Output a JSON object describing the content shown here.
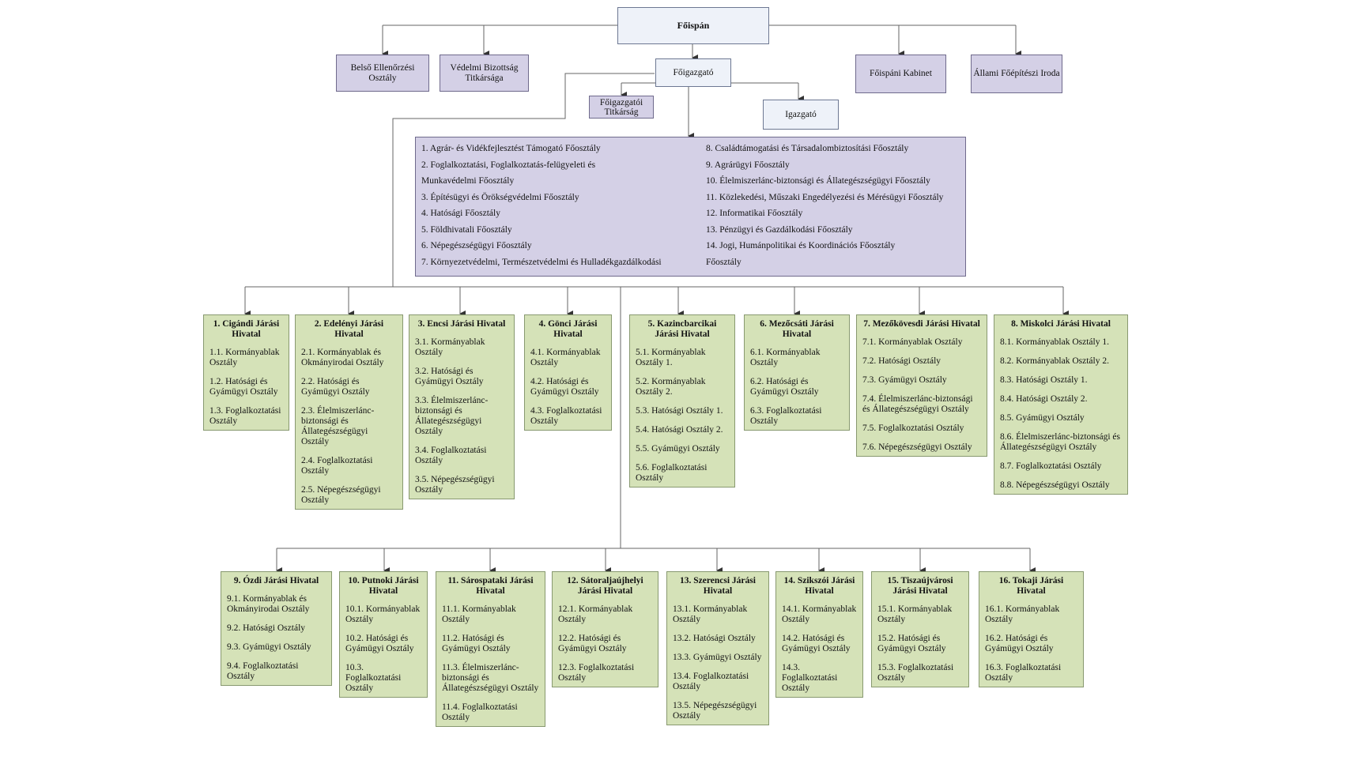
{
  "top": {
    "foispan": "Főispán",
    "belso_ellenorzes": "Belső Ellenőrzési Osztály",
    "vedelmi": "Védelmi Bizottság Titkársága",
    "foispani_kabinet": "Főispáni Kabinet",
    "allami_foepitesz": "Állami Főépítészi Iroda",
    "foigazgato": "Főigazgató",
    "foigazgatoi_titkarsag": "Főigazgatói Titkárság",
    "igazgato": "Igazgató"
  },
  "main_departments": {
    "left": [
      "1. Agrár- és Vidékfejlesztést Támogató Főosztály",
      "2. Foglalkoztatási, Foglalkoztatás-felügyeleti és",
      "Munkavédelmi Főosztály",
      "3. Építésügyi és Örökségvédelmi Főosztály",
      "4. Hatósági Főosztály",
      "5. Földhivatali Főosztály",
      "6. Népegészségügyi Főosztály",
      "7. Környezetvédelmi, Természetvédelmi és Hulladékgazdálkodási"
    ],
    "right": [
      "8. Családtámogatási és Társadalombiztosítási Főosztály",
      "9. Agrárügyi Főosztály",
      "10. Élelmiszerlánc-biztonsági és Állategészségügyi Főosztály",
      "11. Közlekedési, Műszaki Engedélyezési és Mérésügyi Főosztály",
      "12. Informatikai Főosztály",
      "13. Pénzügyi és Gazdálkodási Főosztály",
      "14. Jogi, Humánpolitikai és Koordinációs Főosztály",
      "Főosztály"
    ]
  },
  "offices": [
    {
      "title": "1. Cigándi Járási Hivatal",
      "items": [
        "1.1. Kormányablak Osztály",
        "1.2. Hatósági és Gyámügyi Osztály",
        "1.3. Foglalkoztatási Osztály"
      ]
    },
    {
      "title": "2. Edelényi Járási Hivatal",
      "items": [
        "2.1. Kormányablak és Okmányirodai Osztály",
        "2.2. Hatósági és Gyámügyi Osztály",
        "2.3. Élelmiszerlánc-biztonsági és Állategészségügyi Osztály",
        "2.4. Foglalkoztatási Osztály",
        "2.5. Népegészségügyi Osztály"
      ]
    },
    {
      "title": "3. Encsi Járási Hivatal",
      "items": [
        "3.1. Kormányablak Osztály",
        "3.2. Hatósági és Gyámügyi Osztály",
        "3.3. Élelmiszerlánc-biztonsági és Állategészségügyi Osztály",
        "3.4. Foglalkoztatási Osztály",
        "3.5. Népegészségügyi Osztály"
      ]
    },
    {
      "title": "4. Gönci Járási Hivatal",
      "items": [
        "4.1. Kormányablak Osztály",
        "4.2. Hatósági és Gyámügyi Osztály",
        "4.3. Foglalkoztatási Osztály"
      ]
    },
    {
      "title": "5. Kazincbarcikai Járási Hivatal",
      "items": [
        "5.1. Kormányablak Osztály 1.",
        "5.2. Kormányablak Osztály 2.",
        "5.3. Hatósági Osztály 1.",
        "5.4. Hatósági Osztály 2.",
        "5.5. Gyámügyi Osztály",
        "5.6. Foglalkoztatási Osztály"
      ]
    },
    {
      "title": "6. Mezőcsáti Járási Hivatal",
      "items": [
        "6.1. Kormányablak Osztály",
        "6.2. Hatósági és Gyámügyi Osztály",
        "6.3. Foglalkoztatási Osztály"
      ]
    },
    {
      "title": "7. Mezőkövesdi Járási Hivatal",
      "items": [
        "7.1. Kormányablak Osztály",
        "7.2. Hatósági Osztály",
        "7.3. Gyámügyi Osztály",
        "7.4. Élelmiszerlánc-biztonsági és Állategészségügyi Osztály",
        "7.5. Foglalkoztatási Osztály",
        "7.6. Népegészségügyi Osztály"
      ]
    },
    {
      "title": "8. Miskolci Járási Hivatal",
      "items": [
        "8.1. Kormányablak Osztály 1.",
        "8.2. Kormányablak Osztály 2.",
        "8.3. Hatósági Osztály 1.",
        "8.4. Hatósági Osztály 2.",
        "8.5. Gyámügyi Osztály",
        "8.6. Élelmiszerlánc-biztonsági és Állategészségügyi Osztály",
        "8.7. Foglalkoztatási Osztály",
        "8.8. Népegészségügyi Osztály"
      ]
    },
    {
      "title": "9. Ózdi Járási Hivatal",
      "items": [
        "9.1. Kormányablak és Okmányirodai Osztály",
        "9.2. Hatósági Osztály",
        "9.3. Gyámügyi Osztály",
        "9.4. Foglalkoztatási Osztály"
      ]
    },
    {
      "title": "10. Putnoki Járási Hivatal",
      "items": [
        "10.1. Kormányablak Osztály",
        "10.2. Hatósági és Gyámügyi Osztály",
        "10.3. Foglalkoztatási Osztály"
      ]
    },
    {
      "title": "11. Sárospataki Járási Hivatal",
      "items": [
        "11.1. Kormányablak Osztály",
        "11.2. Hatósági és Gyámügyi Osztály",
        "11.3. Élelmiszerlánc-biztonsági és Állategészségügyi Osztály",
        "11.4. Foglalkoztatási Osztály"
      ]
    },
    {
      "title": "12. Sátoraljaújhelyi Járási Hivatal",
      "items": [
        "12.1. Kormányablak Osztály",
        "12.2. Hatósági és Gyámügyi Osztály",
        "12.3. Foglalkoztatási Osztály"
      ]
    },
    {
      "title": "13. Szerencsi Járási Hivatal",
      "items": [
        "13.1. Kormányablak Osztály",
        "13.2. Hatósági Osztály",
        "13.3. Gyámügyi Osztály",
        "13.4. Foglalkoztatási Osztály",
        "13.5. Népegészségügyi Osztály"
      ]
    },
    {
      "title": "14. Szikszói Járási Hivatal",
      "items": [
        "14.1. Kormányablak Osztály",
        "14.2. Hatósági és Gyámügyi Osztály",
        "14.3. Foglalkoztatási Osztály"
      ]
    },
    {
      "title": "15. Tiszaújvárosi Járási Hivatal",
      "items": [
        "15.1. Kormányablak Osztály",
        "15.2. Hatósági és Gyámügyi Osztály",
        "15.3. Foglalkoztatási Osztály"
      ]
    },
    {
      "title": "16. Tokaji Járási Hivatal",
      "items": [
        "16.1. Kormányablak Osztály",
        "16.2. Hatósági és Gyámügyi Osztály",
        "16.3. Foglalkoztatási Osztály"
      ]
    }
  ],
  "colors": {
    "top_box": "#eef2f9",
    "lavender": "#d4d0e6",
    "green": "#d5e2b8",
    "line": "#555555"
  }
}
